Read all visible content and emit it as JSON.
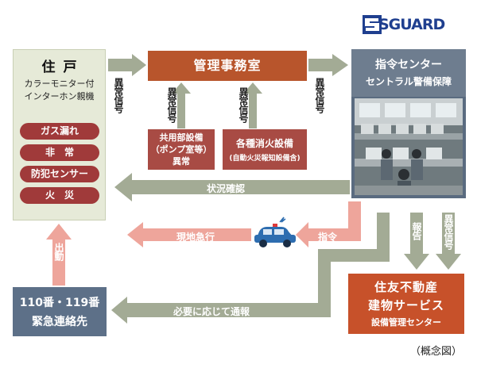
{
  "logo": {
    "text": "SGUARD"
  },
  "resident": {
    "title": "住戸",
    "subtitle_line1": "カラーモニター付",
    "subtitle_line2": "インターホン親機",
    "alerts": [
      "ガス漏れ",
      "非　常",
      "防犯センサー",
      "火　災"
    ]
  },
  "office": {
    "title": "管理事務室"
  },
  "common_facility": {
    "line1": "共用部設備",
    "line2": "（ポンプ室等）",
    "line3": "異常"
  },
  "fire_equipment": {
    "line1": "各種消火設備",
    "line2": "(自動火災報知設備含)"
  },
  "center": {
    "title": "指令センター",
    "subtitle": "セントラル警備保障"
  },
  "sumitomo": {
    "line1": "住友不動産",
    "line2": "建物サービス",
    "line3": "設備管理センター"
  },
  "emergency": {
    "line1": "110番・119番",
    "line2": "緊急連絡先"
  },
  "labels": {
    "abnormal_signal": "異常信号",
    "status_check": "状況確認",
    "rush_to_site": "現地急行",
    "command": "指令",
    "report": "報告",
    "dispatch": "出動",
    "notify_if_needed": "必要に応じて通報"
  },
  "caption": "（概念図）",
  "colors": {
    "gray_arrow": "#a3ab95",
    "pink_arrow": "#eea59b",
    "resident_bg": "#e6ead8",
    "alert_pill": "#a03a3a",
    "office": "#b8552c",
    "center": "#5a6b80",
    "sumitomo": "#c7512a",
    "emergency": "#5d7088",
    "logo_blue": "#1f3f8f"
  }
}
